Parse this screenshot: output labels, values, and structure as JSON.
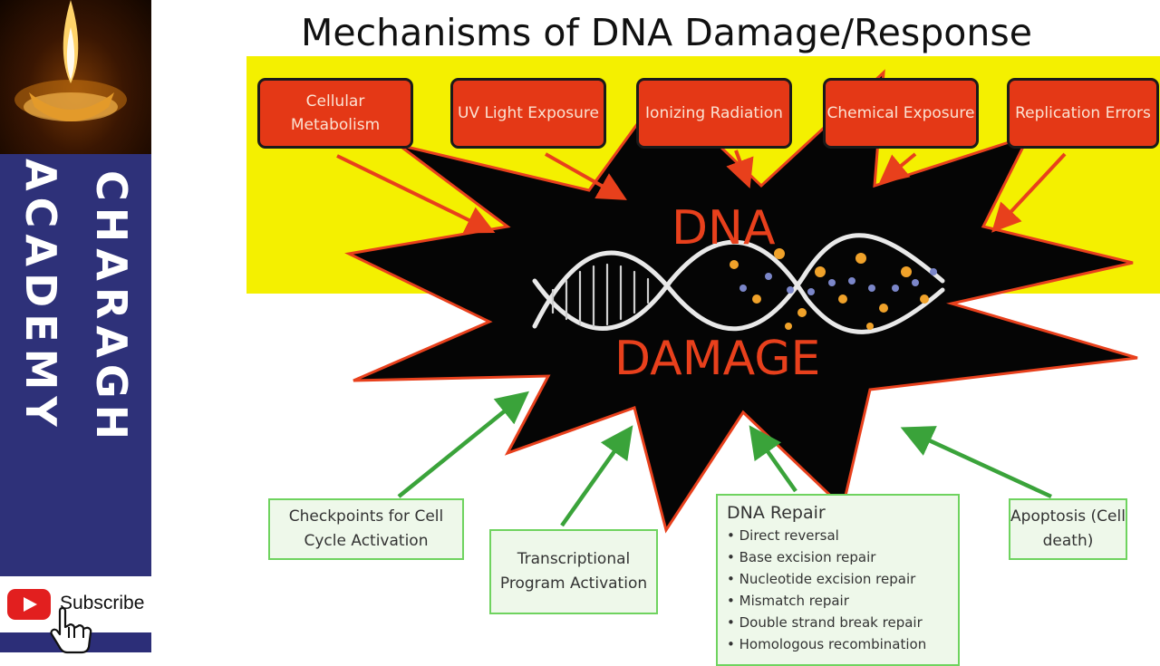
{
  "channel": {
    "name_line1": "CHARAGH",
    "name_line2": "ACADEMY",
    "subscribe_label": "Subscribe",
    "brand_color": "#2e3179"
  },
  "slide": {
    "title": "Mechanisms of DNA Damage/Response",
    "causes": [
      {
        "label": "Cellular Metabolism"
      },
      {
        "label": "UV Light Exposure"
      },
      {
        "label": "Ionizing Radiation"
      },
      {
        "label": "Chemical Exposure"
      },
      {
        "label": "Replication Errors"
      }
    ],
    "center": {
      "line1": "DNA",
      "line2": "DAMAGE"
    },
    "responses": [
      {
        "label": "Checkpoints for Cell Cycle Activation"
      },
      {
        "label": "Transcriptional Program Activation"
      },
      {
        "label": "Apoptosis (Cell death)"
      }
    ],
    "repair": {
      "title": "DNA Repair",
      "items": [
        "Direct reversal",
        "Base excision repair",
        "Nucleotide excision repair",
        "Mismatch repair",
        "Double strand break repair",
        "Homologous recombination"
      ]
    },
    "colors": {
      "cause_fill": "#e43816",
      "cause_arrow": "#e8401c",
      "response_arrow": "#3aa33a",
      "response_border": "#6fd35f",
      "highlight": "#f4f000"
    }
  }
}
